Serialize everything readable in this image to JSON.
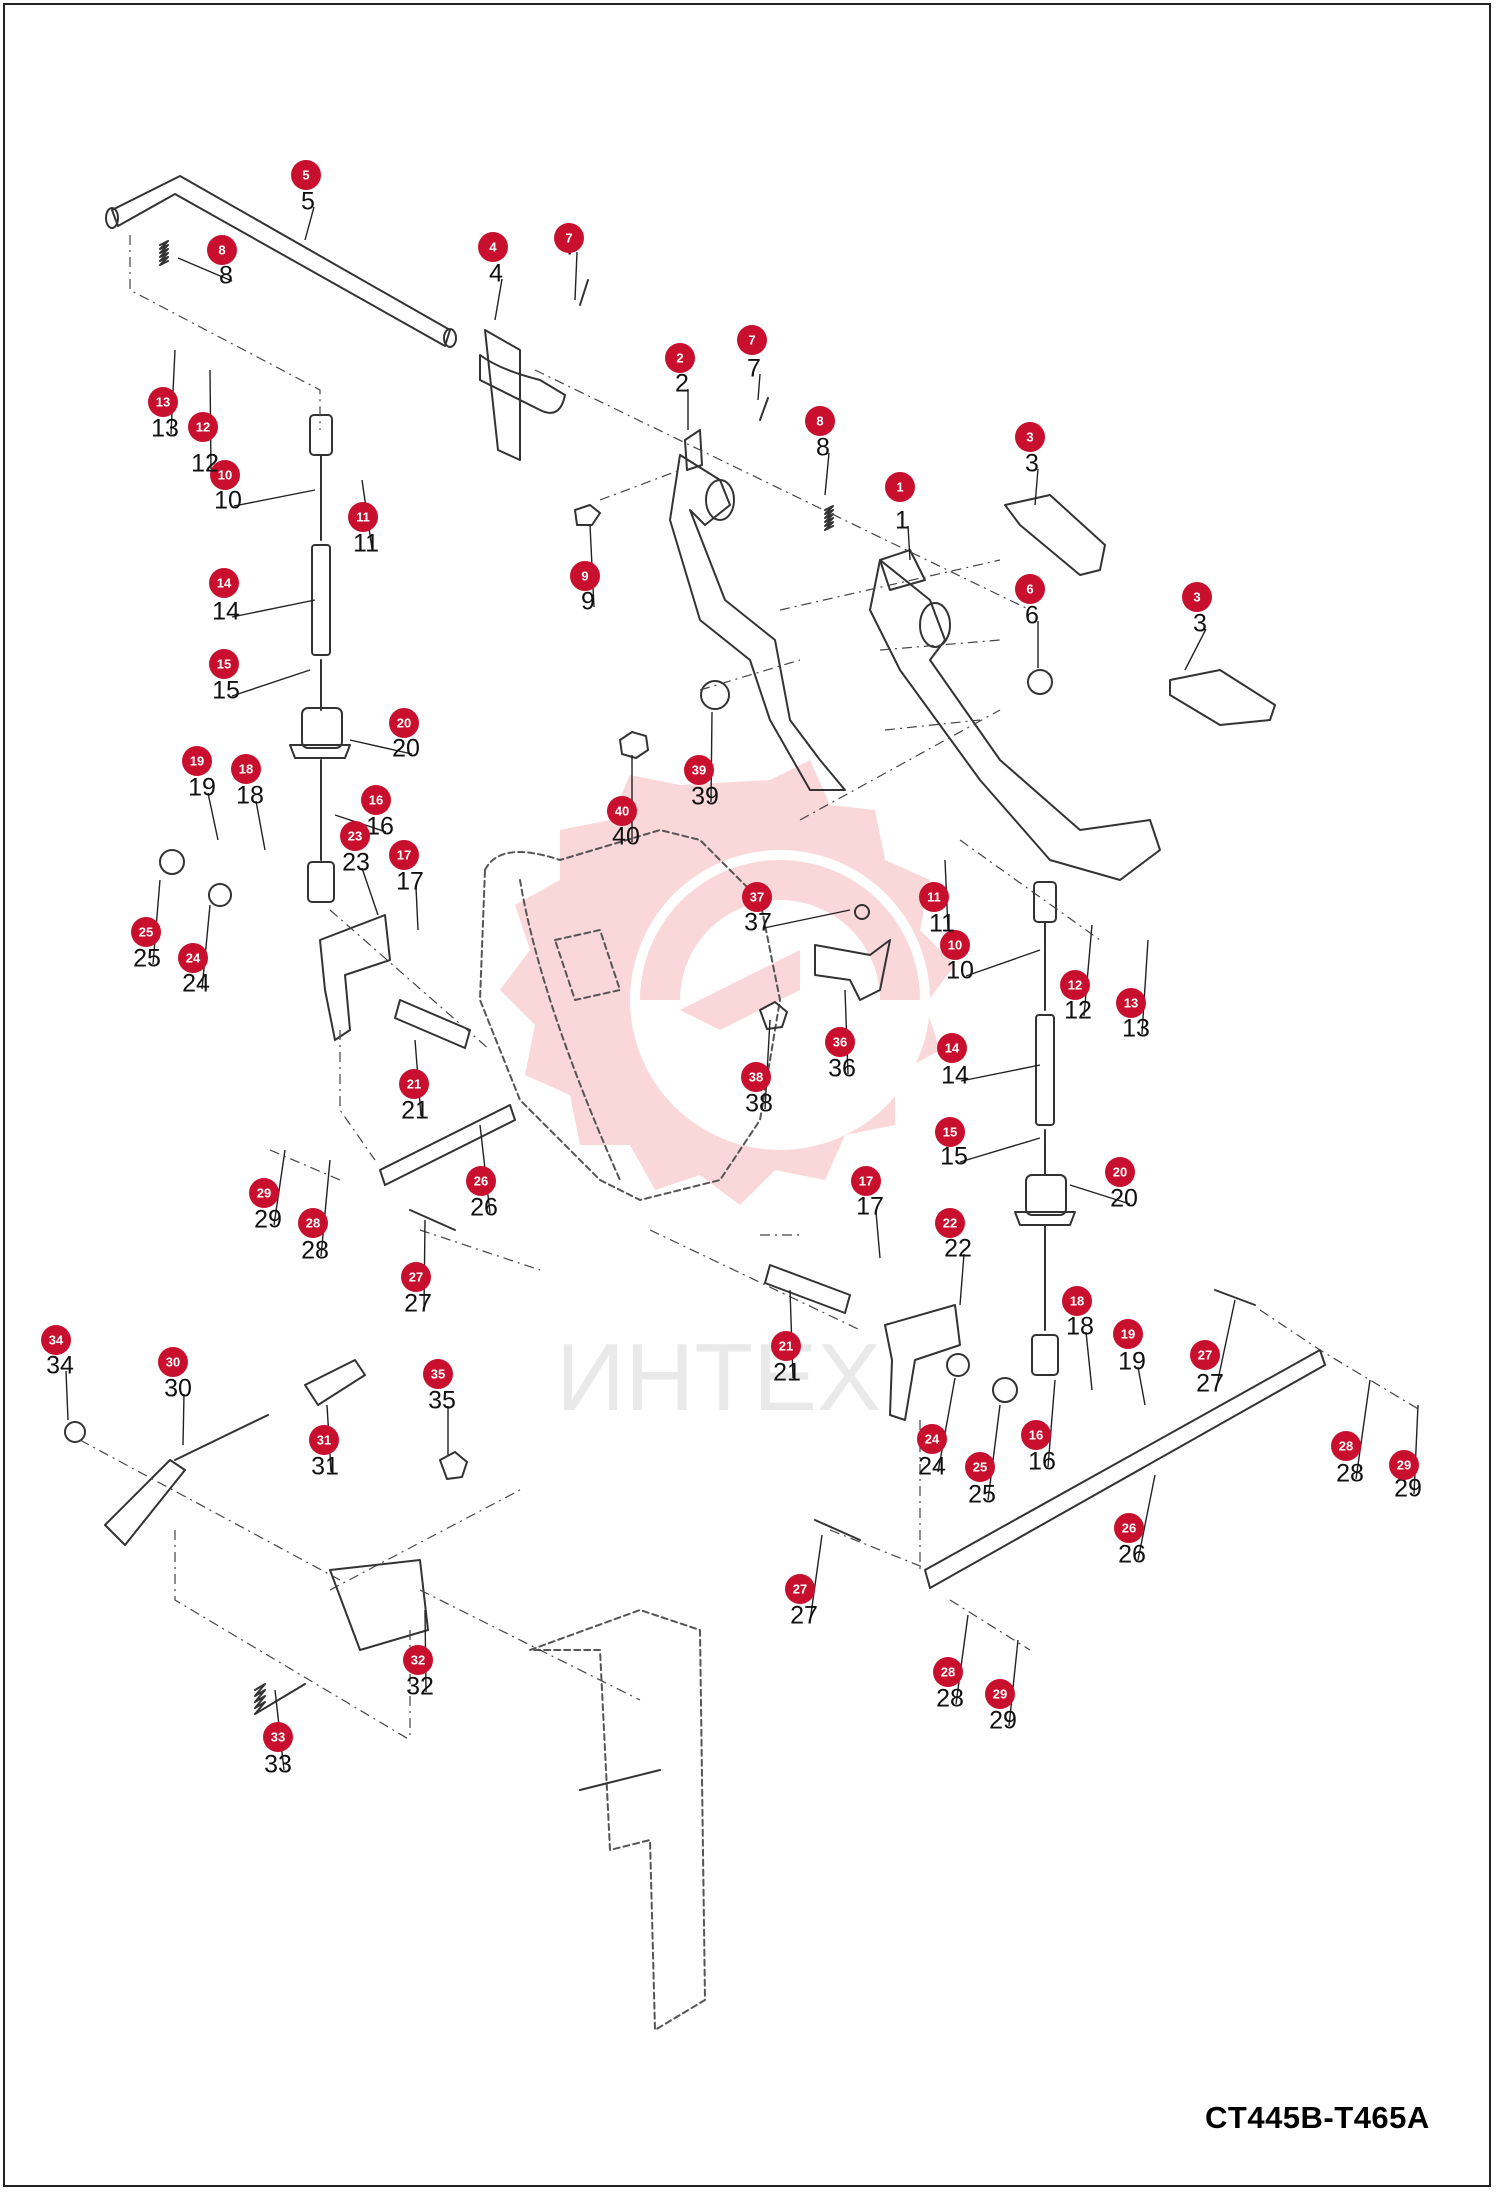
{
  "drawing_code": "CT445B-T465A",
  "watermark": {
    "text": "ИНТЕХ",
    "color": "#f4a9ab"
  },
  "colors": {
    "badge": "#c8102e",
    "line": "#333333",
    "frame": "#222222"
  },
  "callouts": [
    {
      "id": "c1",
      "label": "1"
    },
    {
      "id": "c2",
      "label": "2"
    },
    {
      "id": "c3a",
      "label": "3"
    },
    {
      "id": "c3b",
      "label": "3"
    },
    {
      "id": "c4",
      "label": "4"
    },
    {
      "id": "c5",
      "label": "5"
    },
    {
      "id": "c6",
      "label": "6"
    },
    {
      "id": "c7a",
      "label": "7"
    },
    {
      "id": "c7b",
      "label": "7"
    },
    {
      "id": "c8a",
      "label": "8"
    },
    {
      "id": "c8b",
      "label": "8"
    },
    {
      "id": "c9",
      "label": "9"
    },
    {
      "id": "c10a",
      "label": "10"
    },
    {
      "id": "c10b",
      "label": "10"
    },
    {
      "id": "c11a",
      "label": "11"
    },
    {
      "id": "c11b",
      "label": "11"
    },
    {
      "id": "c12a",
      "label": "12"
    },
    {
      "id": "c12b",
      "label": "12"
    },
    {
      "id": "c13a",
      "label": "13"
    },
    {
      "id": "c13b",
      "label": "13"
    },
    {
      "id": "c14a",
      "label": "14"
    },
    {
      "id": "c14b",
      "label": "14"
    },
    {
      "id": "c15a",
      "label": "15"
    },
    {
      "id": "c15b",
      "label": "15"
    },
    {
      "id": "c16a",
      "label": "16"
    },
    {
      "id": "c16b",
      "label": "16"
    },
    {
      "id": "c17a",
      "label": "17"
    },
    {
      "id": "c17b",
      "label": "17"
    },
    {
      "id": "c18a",
      "label": "18"
    },
    {
      "id": "c18b",
      "label": "18"
    },
    {
      "id": "c19a",
      "label": "19"
    },
    {
      "id": "c19b",
      "label": "19"
    },
    {
      "id": "c20a",
      "label": "20"
    },
    {
      "id": "c20b",
      "label": "20"
    },
    {
      "id": "c21a",
      "label": "21"
    },
    {
      "id": "c21b",
      "label": "21"
    },
    {
      "id": "c22",
      "label": "22"
    },
    {
      "id": "c23",
      "label": "23"
    },
    {
      "id": "c24a",
      "label": "24"
    },
    {
      "id": "c24b",
      "label": "24"
    },
    {
      "id": "c25a",
      "label": "25"
    },
    {
      "id": "c25b",
      "label": "25"
    },
    {
      "id": "c26a",
      "label": "26"
    },
    {
      "id": "c26b",
      "label": "26"
    },
    {
      "id": "c27a",
      "label": "27"
    },
    {
      "id": "c27b",
      "label": "27"
    },
    {
      "id": "c27c",
      "label": "27"
    },
    {
      "id": "c28a",
      "label": "28"
    },
    {
      "id": "c28b",
      "label": "28"
    },
    {
      "id": "c28c",
      "label": "28"
    },
    {
      "id": "c29a",
      "label": "29"
    },
    {
      "id": "c29b",
      "label": "29"
    },
    {
      "id": "c29c",
      "label": "29"
    },
    {
      "id": "c30",
      "label": "30"
    },
    {
      "id": "c31",
      "label": "31"
    },
    {
      "id": "c32",
      "label": "32"
    },
    {
      "id": "c33",
      "label": "33"
    },
    {
      "id": "c34",
      "label": "34"
    },
    {
      "id": "c35",
      "label": "35"
    },
    {
      "id": "c36",
      "label": "36"
    },
    {
      "id": "c37",
      "label": "37"
    },
    {
      "id": "c38",
      "label": "38"
    },
    {
      "id": "c39",
      "label": "39"
    },
    {
      "id": "c40",
      "label": "40"
    }
  ]
}
